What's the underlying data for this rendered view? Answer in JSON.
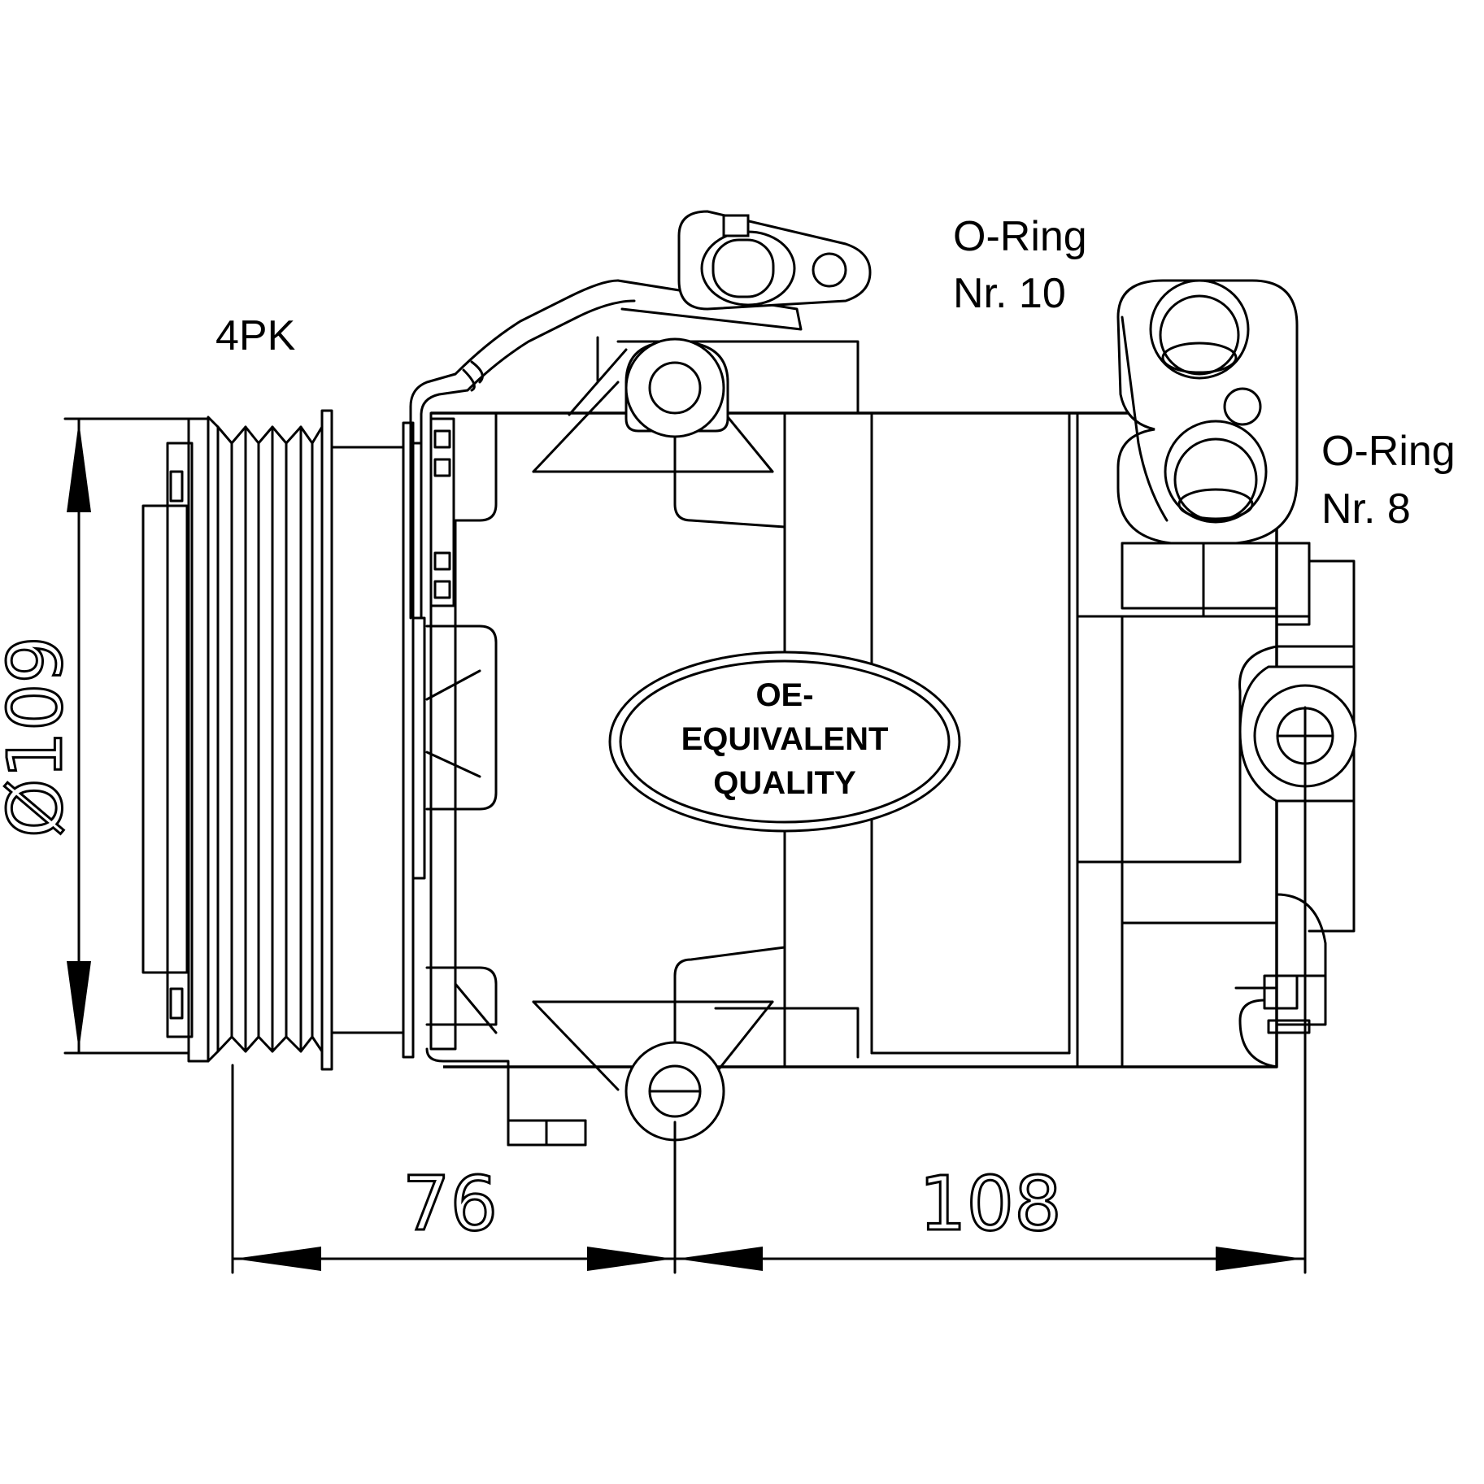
{
  "labels": {
    "belt": "4PK",
    "oring_top_line1": "O-Ring",
    "oring_top_line2": "Nr. 10",
    "oring_right_line1": "O-Ring",
    "oring_right_line2": "Nr. 8"
  },
  "badge": {
    "line1": "OE-",
    "line2": "EQUIVALENT",
    "line3": "QUALITY"
  },
  "dimensions": {
    "diameter": "Ø109",
    "left_length": "76",
    "right_length": "108"
  }
}
